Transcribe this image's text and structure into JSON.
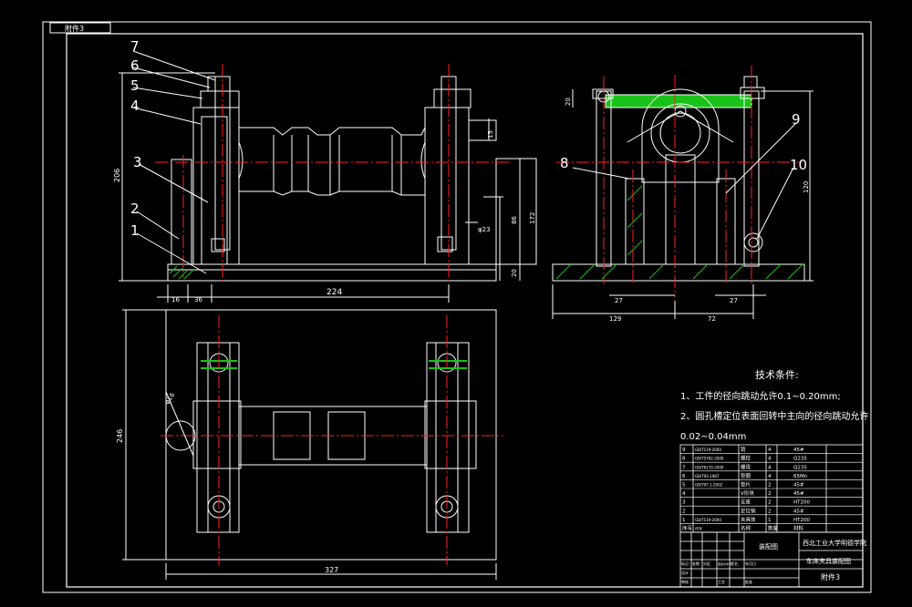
{
  "sheet_label": "附件3",
  "front_view": {
    "callouts": [
      "1",
      "2",
      "3",
      "4",
      "5",
      "6",
      "7"
    ],
    "dims": {
      "height_total": "206",
      "bottom_16": "16",
      "bottom_36": "36",
      "bottom_224": "224",
      "base_20": "20",
      "h86": "86",
      "h172": "172",
      "dia23": "φ23",
      "top_15": "15"
    }
  },
  "side_view": {
    "callouts": [
      "8",
      "9",
      "10"
    ],
    "dims": {
      "top_20": "20",
      "h120": "120",
      "w27_left": "27",
      "w27_right": "27",
      "w129": "129",
      "w72": "72"
    }
  },
  "top_view": {
    "dims": {
      "height_246": "246",
      "width_327": "327",
      "dia_hole": "φ16"
    }
  },
  "tech_requirements": {
    "title": "技术条件:",
    "line1": "1、工件的径向跳动允许0.1~0.20mm;",
    "line2": "2、圆孔槽定位表面回转中主向的径向跳动允许",
    "line3": "0.02~0.04mm"
  },
  "bom": {
    "rows": [
      {
        "no": "9",
        "code": "GB/T119-2000",
        "name": "销",
        "qty": "4",
        "mat": "45#"
      },
      {
        "no": "8",
        "code": "GB/T5782-2000",
        "name": "螺栓",
        "qty": "4",
        "mat": "Q235"
      },
      {
        "no": "7",
        "code": "GB/T6170-2000",
        "name": "螺母",
        "qty": "4",
        "mat": "Q235"
      },
      {
        "no": "6",
        "code": "GB/T93-1987",
        "name": "垫圈",
        "qty": "4",
        "mat": "65Mn"
      },
      {
        "no": "5",
        "code": "GB/T97.1-2002",
        "name": "垫片",
        "qty": "2",
        "mat": "45#"
      },
      {
        "no": "4",
        "code": "",
        "name": "V形块",
        "qty": "2",
        "mat": "45#"
      },
      {
        "no": "3",
        "code": "",
        "name": "支座",
        "qty": "2",
        "mat": "HT200"
      },
      {
        "no": "2",
        "code": "",
        "name": "定位销",
        "qty": "2",
        "mat": "45#"
      },
      {
        "no": "1",
        "code": "GB/T119-2000",
        "name": "夹具体",
        "qty": "1",
        "mat": "HT200"
      }
    ],
    "header": {
      "no": "序号",
      "code": "代号",
      "name": "名称",
      "qty": "数量",
      "mat": "材料"
    }
  },
  "title_block": {
    "school": "西北工业大学明德学院",
    "drawing_name": "车床夹具装配图",
    "assembly_label": "装配图",
    "sheet_no": "附件3",
    "labels": [
      "标记",
      "处数",
      "分区",
      "更改文件号",
      "签名",
      "年月日",
      "设计",
      "审核",
      "工艺",
      "批准"
    ]
  },
  "colors": {
    "outline": "#ffffff",
    "centerline": "#ff2020",
    "hatch": "#19c219",
    "dim": "#ffffff"
  }
}
